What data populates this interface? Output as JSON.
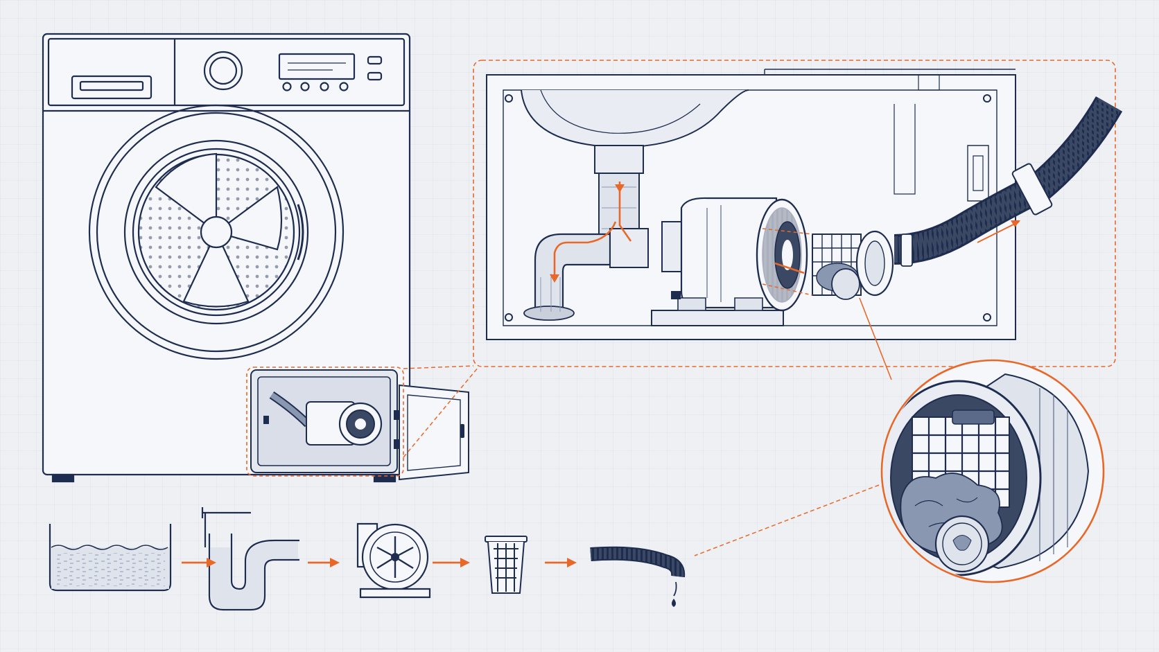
{
  "colors": {
    "background": "#eef0f4",
    "grid": "#dfe3ea",
    "line": "#1e2d4f",
    "line_light": "#5a6a88",
    "accent": "#e8682a",
    "water": "#d9dee8",
    "fill": "#f6f7fa"
  },
  "icons": {
    "machine": "front-loading-washing-machine",
    "drum": "perforated-drum",
    "pump_housing": "drain-pump-access-panel",
    "detail_view": "pump-cutaway-detail",
    "zoom_view": "filter-magnified-circle",
    "lint": "trapped-lint-and-coin",
    "flow_steps": [
      "drum-water-tub",
      "u-trap-pipe",
      "impeller-pump",
      "mesh-filter-basket",
      "corrugated-drain-hose"
    ],
    "flow_arrow": "orange-right-arrow",
    "droplet": "water-droplet"
  }
}
